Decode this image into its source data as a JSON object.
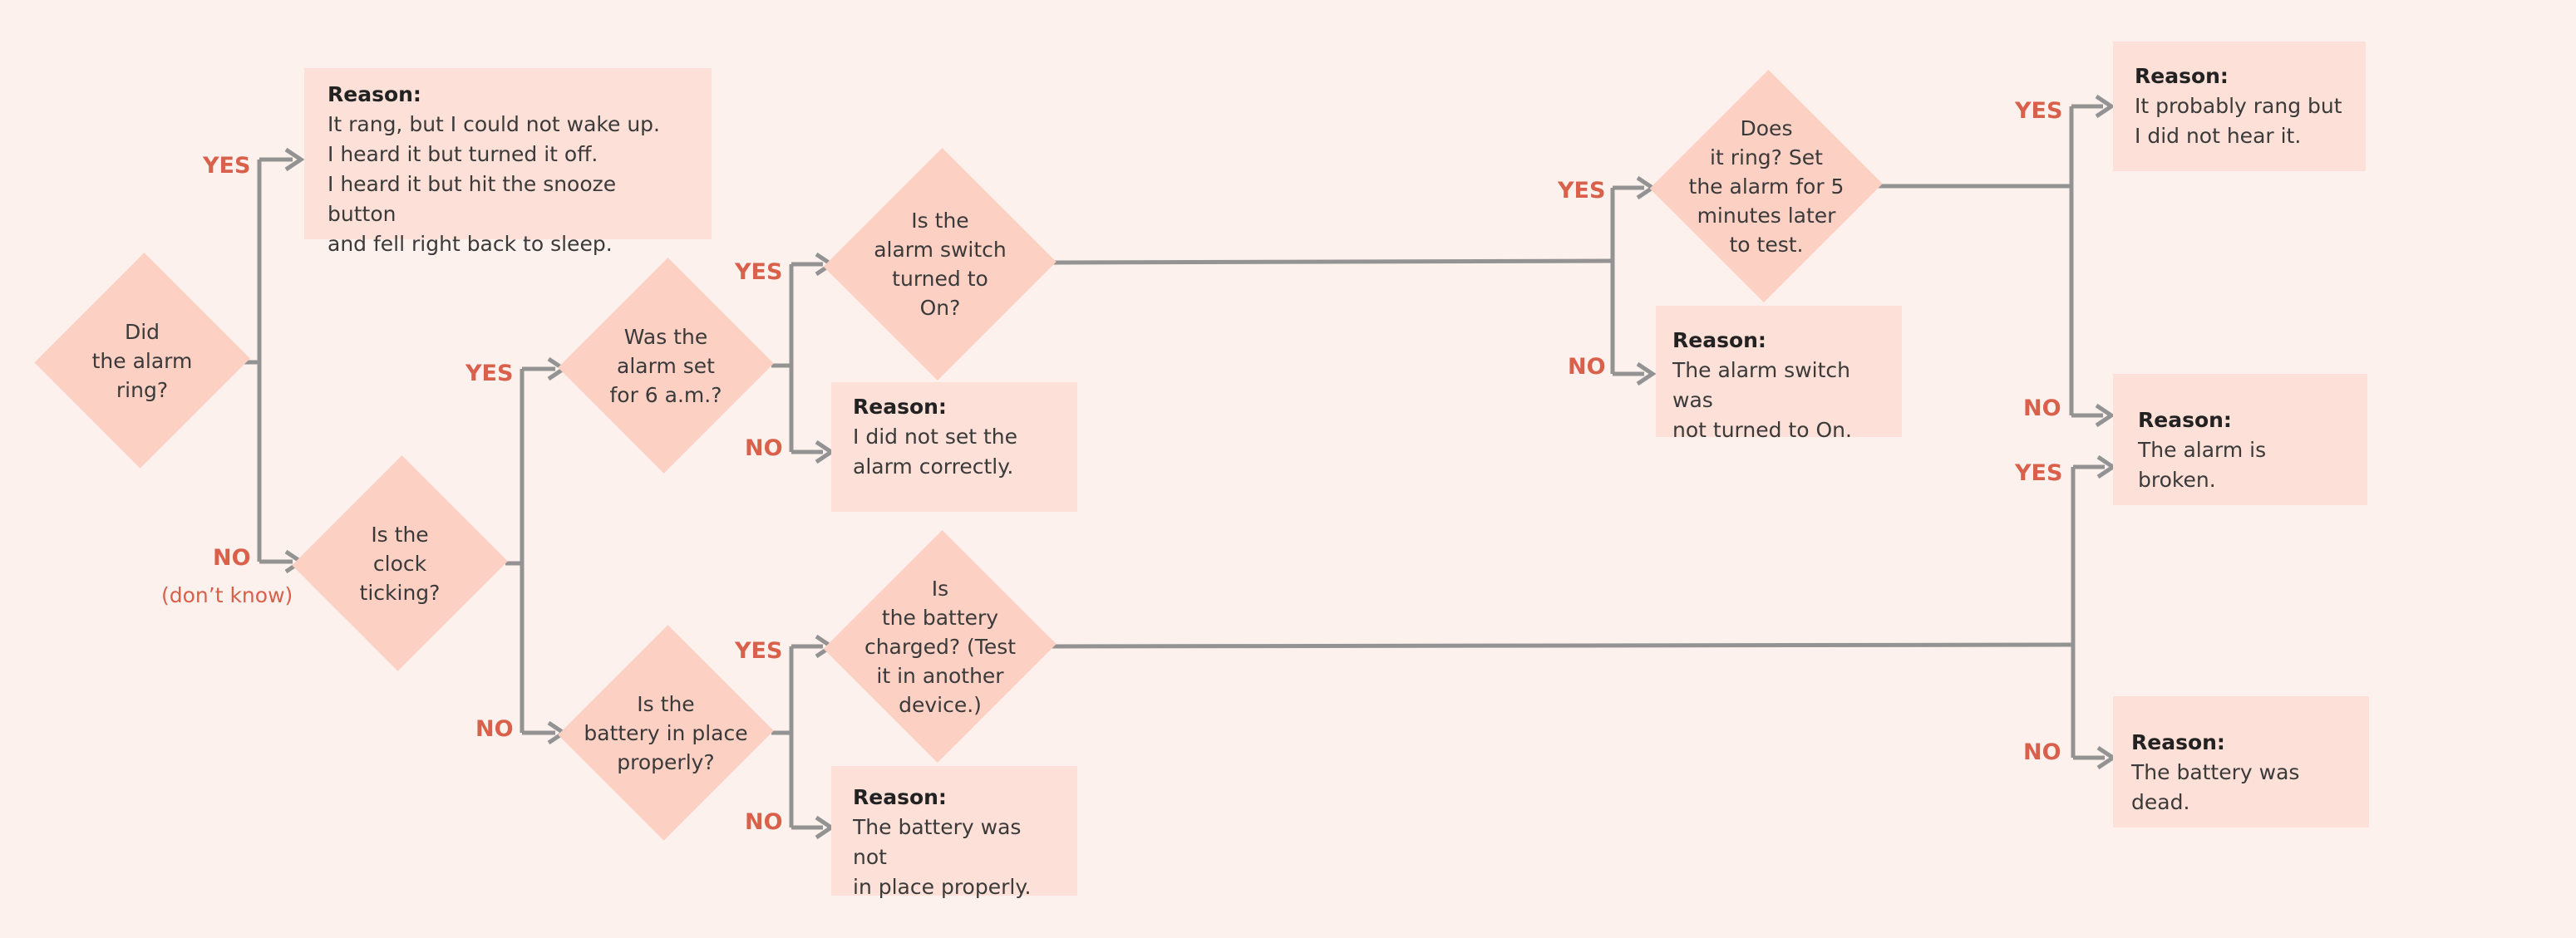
{
  "decisions": {
    "alarm_ring": "Did\nthe alarm\nring?",
    "clock_ticking": "Is the\nclock\nticking?",
    "alarm_set": "Was the\nalarm set\nfor 6 a.m.?",
    "battery_place": "Is the\nbattery in place\nproperly?",
    "switch_on": "Is the\nalarm switch\nturned to\nOn?",
    "battery_charged": "Is\nthe battery\ncharged? (Test\nit in another\ndevice.)",
    "does_ring": "Does\nit ring? Set\nthe alarm for 5\nminutes later\nto test."
  },
  "reasons": {
    "title": "Reason:",
    "wake": "It rang, but I could not wake up.\nI heard it but turned it off.\nI heard it but hit the snooze button\nand fell right back to sleep.",
    "not_set": "I did not set the\nalarm correctly.",
    "not_in_place": "The battery was not\nin place properly.",
    "switch_off": "The alarm switch was\nnot turned to On.",
    "not_hear": "It probably rang but\nI did not hear it.",
    "broken": "The alarm is broken.",
    "dead": "The battery was dead."
  },
  "labels": {
    "yes": "YES",
    "no": "NO",
    "dont_know": "(don’t know)"
  },
  "colors": {
    "background": "#fdf1ed",
    "diamond": "#fdd0c4",
    "box": "#fde0d7",
    "label": "#d9604a",
    "line": "#939393"
  }
}
